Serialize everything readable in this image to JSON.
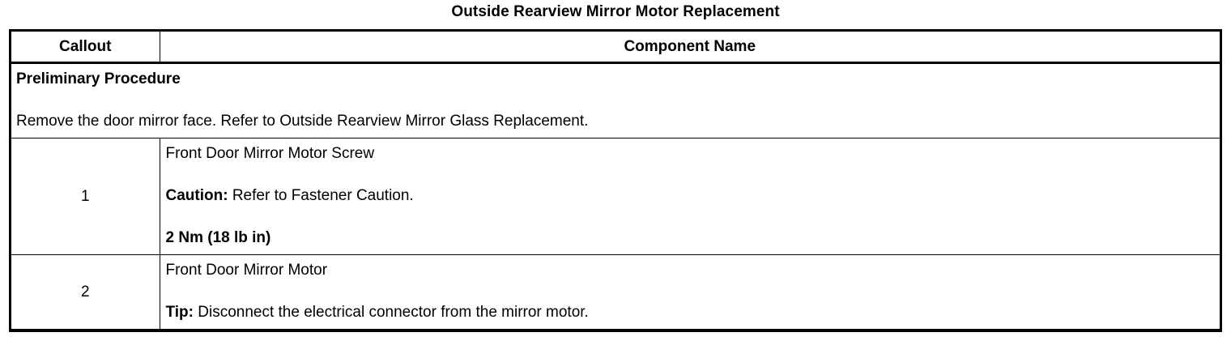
{
  "document": {
    "title": "Outside Rearview Mirror Motor Replacement"
  },
  "table": {
    "headers": {
      "callout": "Callout",
      "component_name": "Component Name"
    },
    "preliminary": {
      "heading": "Preliminary Procedure",
      "text": "Remove the door mirror face. Refer to Outside Rearview Mirror Glass Replacement."
    },
    "rows": [
      {
        "callout": "1",
        "name": "Front Door Mirror Motor Screw",
        "note_label": "Caution:",
        "note_text": " Refer to Fastener Caution.",
        "torque": "2 Nm (18 lb in)"
      },
      {
        "callout": "2",
        "name": "Front Door Mirror Motor",
        "note_label": "Tip:",
        "note_text": " Disconnect the electrical connector from the mirror motor."
      }
    ]
  }
}
